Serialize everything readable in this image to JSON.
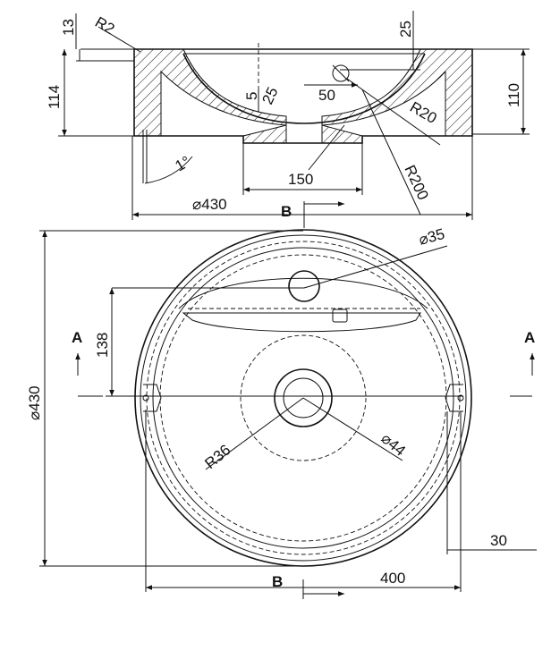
{
  "section_view": {
    "dims": {
      "d13": "13",
      "r2": "R2",
      "d25_top": "25",
      "d114": "114",
      "d110": "110",
      "d5": "5",
      "d25_mid": "25",
      "d50": "50",
      "r20": "R20",
      "d150": "150",
      "r200": "R200",
      "angle": "1°",
      "dia430": "⌀430"
    },
    "section_marker": "B"
  },
  "plan_view": {
    "dims": {
      "dia35": "⌀35",
      "d138": "138",
      "dia430": "⌀430",
      "r36": "R36",
      "dia44": "⌀44",
      "d30": "30",
      "d400": "400"
    },
    "section_marker_left": "A",
    "section_marker_right": "A",
    "section_marker_bottom": "B"
  },
  "colors": {
    "line": "#111111",
    "background": "#ffffff"
  }
}
